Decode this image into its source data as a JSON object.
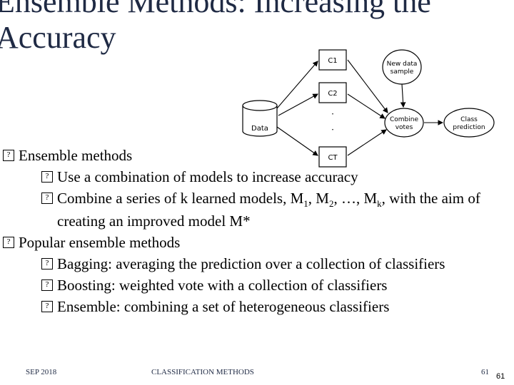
{
  "slide": {
    "title_line1": "Ensemble Methods: Increasing the",
    "title_line2": "Accuracy",
    "diagram": {
      "c1": "C1",
      "c2": "C2",
      "ct": "CT",
      "new_data_l1": "New data",
      "new_data_l2": "sample",
      "data": "Data",
      "combine_l1": "Combine",
      "combine_l2": "votes",
      "class_l1": "Class",
      "class_l2": "prediction"
    },
    "bullets": [
      {
        "text": "Ensemble methods"
      },
      {
        "text": "Use a combination of models to increase accuracy"
      },
      {
        "pre": "Combine a series of k learned models, M",
        "s1": "1",
        "mid1": ", M",
        "s2": "2",
        "mid2": ", …, M",
        "s3": "k",
        "post": ", with the aim of creating an improved model M*"
      },
      {
        "text": "Popular ensemble methods"
      },
      {
        "text": "Bagging: averaging the prediction over a collection of classifiers"
      },
      {
        "text": "Boosting: weighted vote with a collection of classifiers"
      },
      {
        "text": "Ensemble: combining a set of heterogeneous classifiers"
      }
    ],
    "footer_left": "SEP 2018",
    "footer_center": "CLASSIFICATION METHODS",
    "footer_right": "61",
    "page_number": "61"
  }
}
